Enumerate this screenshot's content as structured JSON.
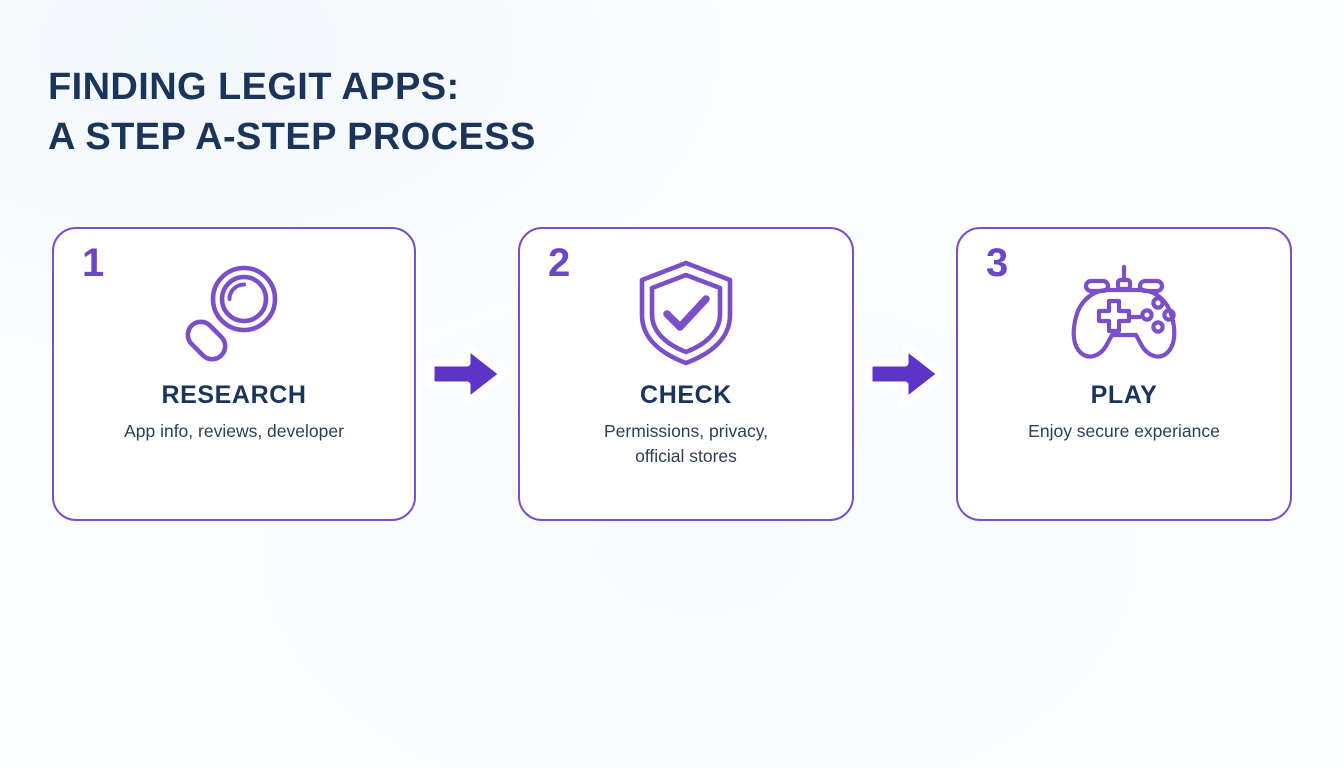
{
  "page": {
    "background_color": "#fbfdfe",
    "accent_purple": "#6b46c8",
    "border_purple": "#7b4fc9",
    "title_navy": "#1b3459",
    "subtitle_navy": "#2a3f5a"
  },
  "title": {
    "line1": "FINDING LEGIT APPS:",
    "line2": "A STEP A-STEP PROCESS"
  },
  "steps": [
    {
      "number": "1",
      "icon": "magnifying-glass-icon",
      "title": "RESEARCH",
      "subtitle": "App info, reviews, developer"
    },
    {
      "number": "2",
      "icon": "shield-check-icon",
      "title": "CHECK",
      "subtitle": "Permissions, privacy,\nofficial stores"
    },
    {
      "number": "3",
      "icon": "gamepad-icon",
      "title": "PLAY",
      "subtitle": "Enjoy secure experiance"
    }
  ],
  "connectors": [
    {
      "icon": "arrow-right-icon"
    },
    {
      "icon": "arrow-right-icon"
    }
  ]
}
